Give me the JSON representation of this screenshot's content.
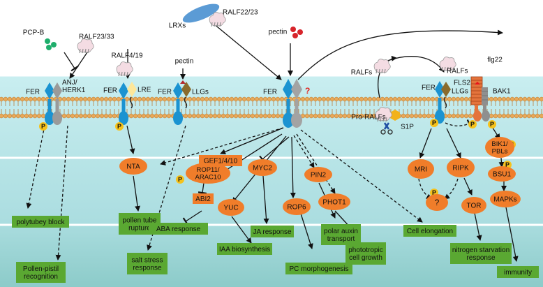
{
  "ligands": {
    "pcp_b": "PCP-B",
    "ralf23_33": "RALF23/33",
    "ralf4_19": "RALF4/19",
    "pectin_left": "pectin",
    "lrxs": "LRXs",
    "ralf22_23": "RALF22/23",
    "pectin_center": "pectin",
    "ralfs_left": "RALFs",
    "ralfs_right": "RALFs",
    "flg22": "flg22",
    "pro_ralfs": "Pro-RALFs",
    "s1p": "S1P"
  },
  "receptors": {
    "fer1": "FER",
    "anj_herk1": "ANJ/\nHERK1",
    "fer2": "FER",
    "lre": "LRE",
    "fer3": "FER",
    "llgs_left": "LLGs",
    "fer_center": "FER",
    "unknown_mark": "?",
    "fer_right": "FER",
    "llgs_right": "LLGs",
    "fls2": "FLS2",
    "bak1": "BAK1"
  },
  "phospho": "P",
  "signals": {
    "nta": "NTA",
    "gef": "GEF1/4/10",
    "rop11": "ROP11/\nARAC10",
    "abi2": "ABI2",
    "yuc": "YUC",
    "myc2": "MYC2",
    "rop6": "ROP6",
    "pin2": "PIN2",
    "phot1": "PHOT1",
    "mri": "MRI",
    "ripk": "RIPK",
    "question": "?",
    "tor": "TOR",
    "bik1": "BIK1/\nPBLs",
    "bsu1": "BSU1",
    "mapks": "MAPKs"
  },
  "responses": {
    "polytubey": "polytubey block",
    "pollen_pistil": "Pollen-pistil\nrecognition",
    "pollen_tube": "pollen tube\nrupture",
    "salt": "salt stress\nresponse",
    "aba": "ABA response",
    "iaa": "IAA biosynthesis",
    "ja": "JA response",
    "pc": "PC morphogenesis",
    "polar_auxin": "polar auxin\ntransport",
    "phototropic": "phototropic\ncell growth",
    "cell_elong": "Cell elongation",
    "nitrogen": "nitrogen starvation\nresponse",
    "immunity": "immunity"
  },
  "colors": {
    "cytoplasm": "#bfe7ea",
    "apoplast": "#ffffff",
    "membrane_head": "#e8a95a",
    "response_box": "#5aa832",
    "signal_oval": "#f07d2a",
    "fer_blue": "#1b93d1",
    "phospho": "#f6c21b",
    "question_red": "#e0201b"
  }
}
